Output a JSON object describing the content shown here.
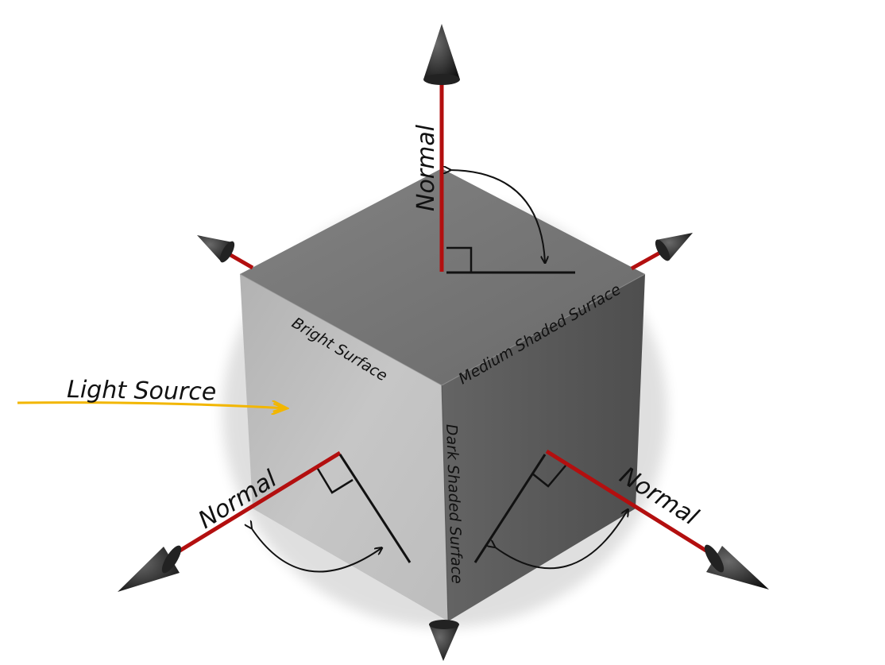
{
  "labels": {
    "normal_top": "Normal",
    "normal_left": "Normal",
    "normal_right": "Normal",
    "bright_surface": "Bright Surface",
    "medium_surface": "Medium Shaded Surface",
    "dark_surface": "Dark Shaded Surface",
    "light_source": "Light Source"
  },
  "colors": {
    "normal_vector": "#b30f0f",
    "light_arrow": "#f2b600",
    "bright_face": "#c0c0c0",
    "medium_face": "#6e6e6e",
    "dark_face": "#555555"
  },
  "icons": {
    "arrowhead": "black-cone-arrowhead",
    "right_angle": "right-angle-marker",
    "angle_arc": "curved-double-arrow"
  }
}
